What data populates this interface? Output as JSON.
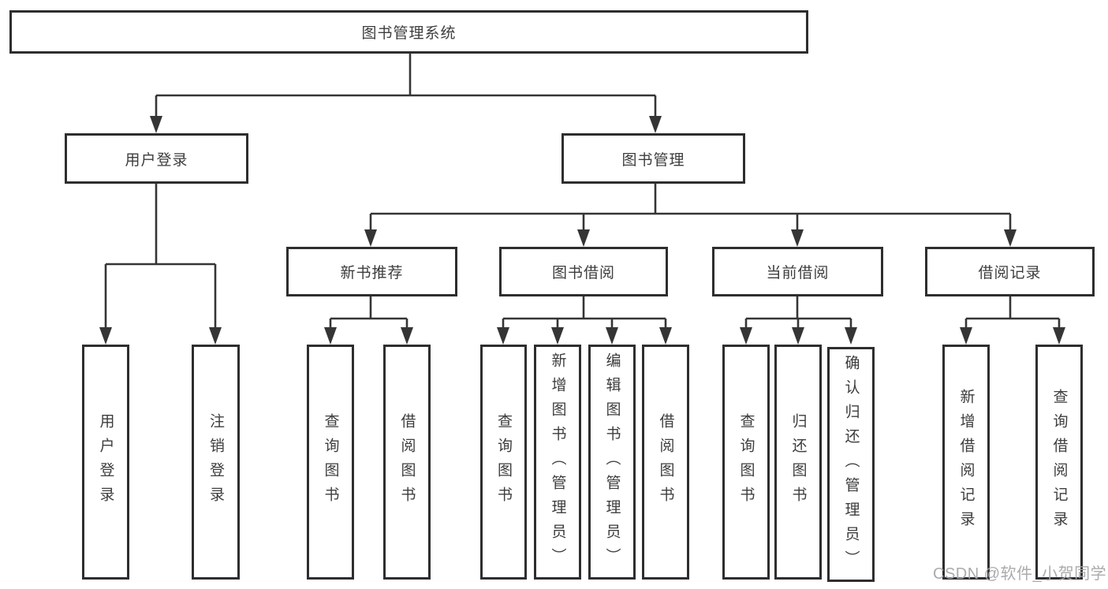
{
  "diagram": {
    "type": "hierarchy-tree",
    "nodes": {
      "root": "图书管理系统",
      "user_login": "用户登录",
      "book_management": "图书管理",
      "new_book_recommend": "新书推荐",
      "book_borrowing": "图书借阅",
      "current_borrowing": "当前借阅",
      "borrowing_records": "借阅记录",
      "leaf_user_login": "用户登录",
      "leaf_logout": "注销登录",
      "leaf_query_books_recommend": "查询图书",
      "leaf_borrow_books_recommend": "借阅图书",
      "leaf_query_books_borrowing": "查询图书",
      "leaf_add_books_admin": "新增图书（管理员）",
      "leaf_edit_books_admin": "编辑图书（管理员）",
      "leaf_borrow_books_borrowing": "借阅图书",
      "leaf_query_books_current": "查询图书",
      "leaf_return_books": "归还图书",
      "leaf_confirm_return_admin": "确认归还（管理员）",
      "leaf_add_borrow_record": "新增借阅记录",
      "leaf_query_borrow_record": "查询借阅记录"
    },
    "edges": [
      [
        "图书管理系统",
        "用户登录"
      ],
      [
        "图书管理系统",
        "图书管理"
      ],
      [
        "用户登录",
        "用户登录"
      ],
      [
        "用户登录",
        "注销登录"
      ],
      [
        "图书管理",
        "新书推荐"
      ],
      [
        "图书管理",
        "图书借阅"
      ],
      [
        "图书管理",
        "当前借阅"
      ],
      [
        "图书管理",
        "借阅记录"
      ],
      [
        "新书推荐",
        "查询图书"
      ],
      [
        "新书推荐",
        "借阅图书"
      ],
      [
        "图书借阅",
        "查询图书"
      ],
      [
        "图书借阅",
        "新增图书（管理员）"
      ],
      [
        "图书借阅",
        "编辑图书（管理员）"
      ],
      [
        "图书借阅",
        "借阅图书"
      ],
      [
        "当前借阅",
        "查询图书"
      ],
      [
        "当前借阅",
        "归还图书"
      ],
      [
        "当前借阅",
        "确认归还（管理员）"
      ],
      [
        "借阅记录",
        "新增借阅记录"
      ],
      [
        "借阅记录",
        "查询借阅记录"
      ]
    ],
    "watermark": "CSDN @软件_小贺同学",
    "colors": {
      "line": "#353535",
      "box_border": "#2e2e2e",
      "text": "#3d3d3d",
      "watermark": "#a6a6a6",
      "background": "#ffffff"
    }
  }
}
